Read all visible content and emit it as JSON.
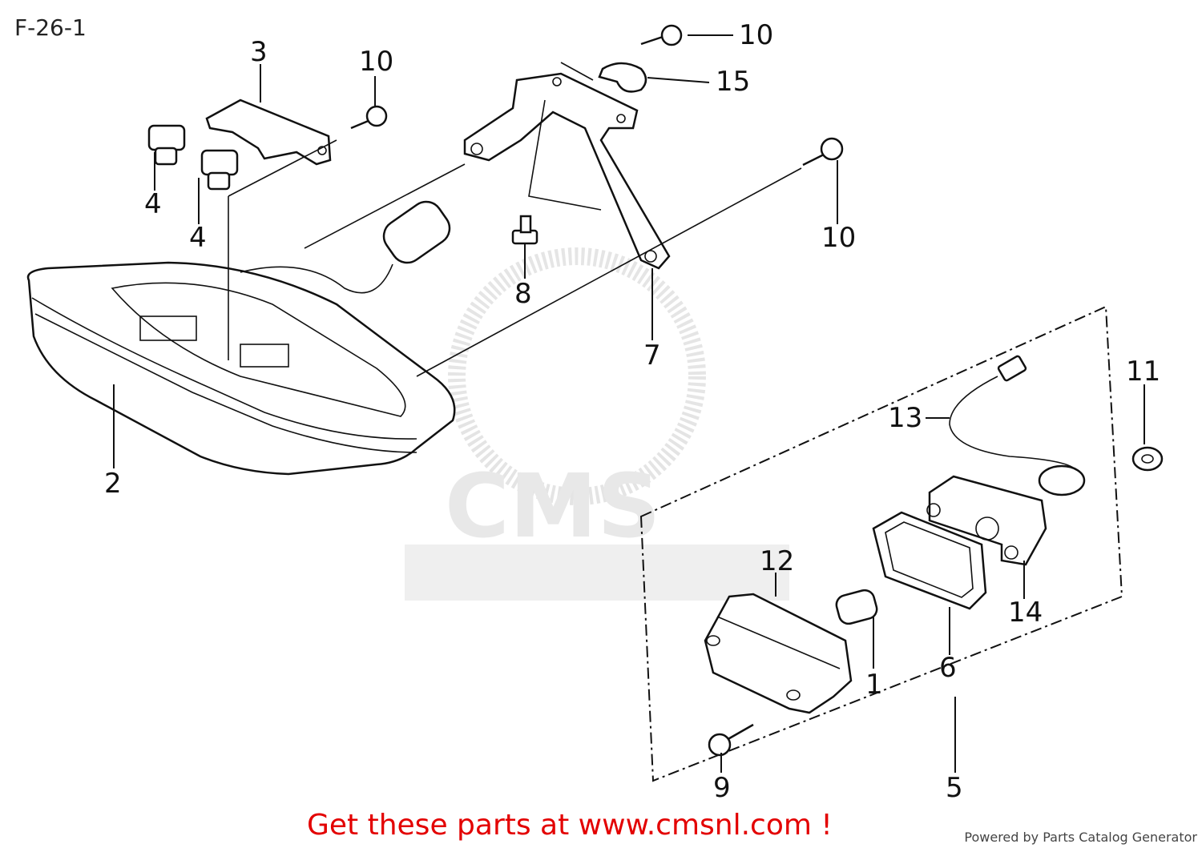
{
  "sheet_code": "F-26-1",
  "callouts": [
    {
      "id": "c10a",
      "label": "10"
    },
    {
      "id": "c15",
      "label": "15"
    },
    {
      "id": "c3",
      "label": "3"
    },
    {
      "id": "c10b",
      "label": "10"
    },
    {
      "id": "c4a",
      "label": "4"
    },
    {
      "id": "c4b",
      "label": "4"
    },
    {
      "id": "c10c",
      "label": "10"
    },
    {
      "id": "c8",
      "label": "8"
    },
    {
      "id": "c7",
      "label": "7"
    },
    {
      "id": "c2",
      "label": "2"
    },
    {
      "id": "c11",
      "label": "11"
    },
    {
      "id": "c13",
      "label": "13"
    },
    {
      "id": "c12",
      "label": "12"
    },
    {
      "id": "c14",
      "label": "14"
    },
    {
      "id": "c1",
      "label": "1"
    },
    {
      "id": "c6",
      "label": "6"
    },
    {
      "id": "c9",
      "label": "9"
    },
    {
      "id": "c5",
      "label": "5"
    }
  ],
  "watermark": "CMS",
  "footer": {
    "cta": "Get these parts at www.cmsnl.com !",
    "powered": "Powered by Parts Catalog Generator"
  }
}
